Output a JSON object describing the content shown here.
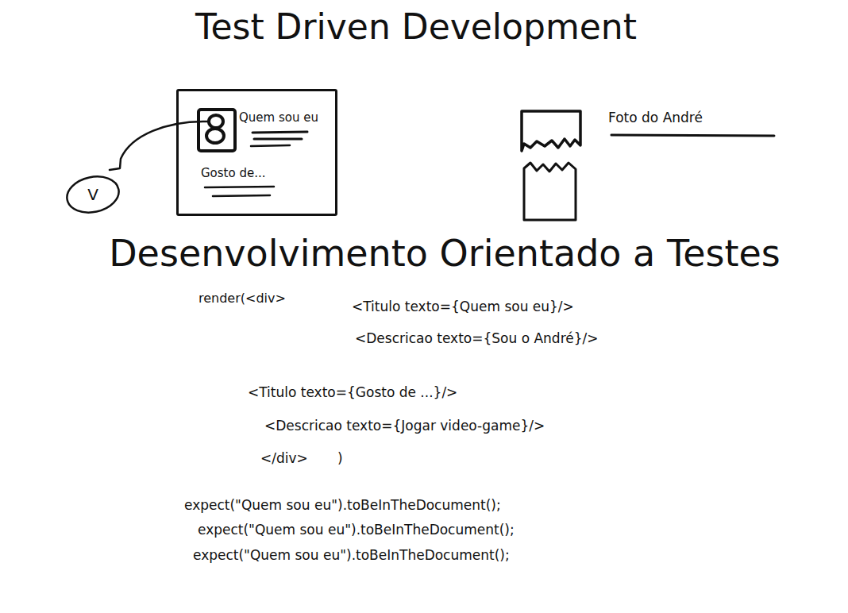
{
  "diagram": {
    "title": "Test Driven Development",
    "nodes": [
      {
        "text": [
          "Quem sou eu",
          "Gosto de..."
        ]
      },
      {
        "text": [
          "V"
        ]
      }
    ],
    "labels": [
      "Foto do André",
      "Desenvolvimento Orientado a Testes",
      "render(<div>",
      "<Titulo texto={Quem sou eu}/>",
      "<Descricao texto={Sou o André}/>",
      "<Titulo texto={Gosto de ...}/>",
      "<Descricao texto={Jogar video-game}/>",
      "</div>",
      ")",
      "expect(\"Quem sou eu\").toBeInTheDocument();",
      "expect(\"Quem sou eu\").toBeInTheDocument();",
      "expect(\"Quem sou eu\").toBeInTheDocument();"
    ]
  }
}
